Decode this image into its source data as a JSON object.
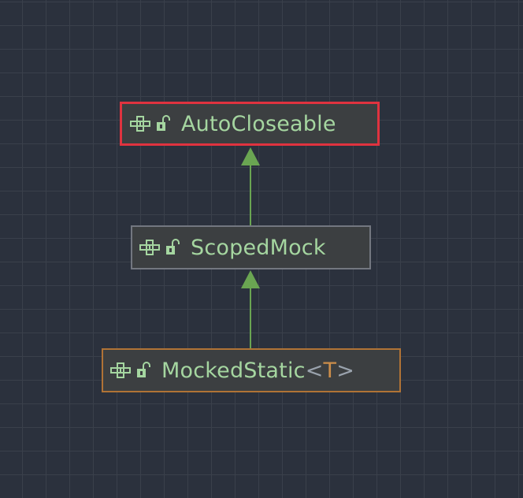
{
  "colors": {
    "background": "#2b313d",
    "grid": "#3a404b",
    "node_fill": "#3c3f41",
    "class_name": "#a5d6a0",
    "type_param": "#cc8e4a",
    "edge": "#6aa552",
    "selected_border": "#e0333f",
    "default_border": "#737780",
    "current_border": "#b07336"
  },
  "nodes": [
    {
      "name": "AutoCloseable",
      "kind_icon": "interface-icon",
      "visibility_icon": "public-lock-icon",
      "state": "selected"
    },
    {
      "name": "ScopedMock",
      "kind_icon": "interface-icon",
      "visibility_icon": "public-lock-icon",
      "state": "default"
    },
    {
      "name": "MockedStatic",
      "type_open": "<",
      "type_param": "T",
      "type_close": ">",
      "kind_icon": "interface-icon",
      "visibility_icon": "public-lock-icon",
      "state": "current"
    }
  ],
  "edges": [
    {
      "from": "ScopedMock",
      "to": "AutoCloseable",
      "type": "extends"
    },
    {
      "from": "MockedStatic",
      "to": "ScopedMock",
      "type": "extends"
    }
  ]
}
